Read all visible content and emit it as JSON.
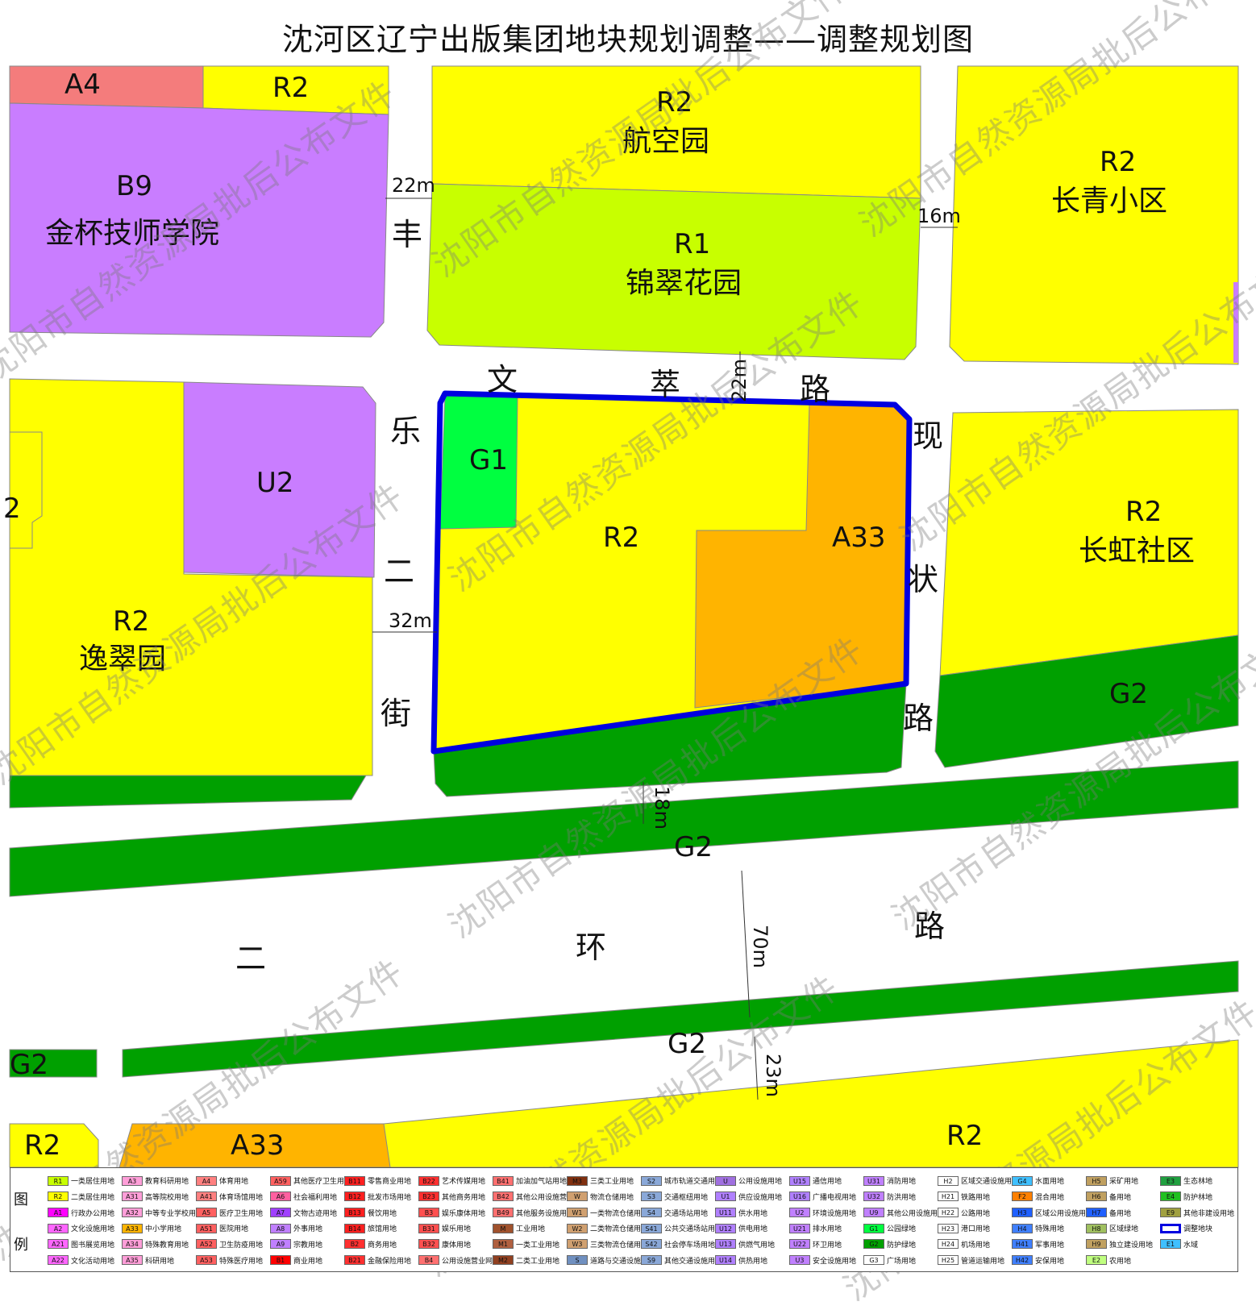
{
  "title": "沈河区辽宁出版集团地块规划调整——调整规划图",
  "parcels": {
    "a4": "A4",
    "r2_top_left": "R2",
    "b9_code": "B9",
    "b9_name": "金杯技师学院",
    "r2_hangkong_code": "R2",
    "r2_hangkong_name": "航空园",
    "r1_code": "R1",
    "r1_name": "锦翠花园",
    "r2_changqing_code": "R2",
    "r2_changqing_name": "长青小区",
    "u2": "U2",
    "r2_yicui_code": "R2",
    "r2_yicui_name": "逸翠园",
    "r2_left_edge": "2",
    "g1": "G1",
    "r2_site": "R2",
    "a33_site": "A33",
    "r2_changhong_code": "R2",
    "r2_changhong_name": "长虹社区",
    "g2_right": "G2",
    "g2_belt_1": "G2",
    "g2_belt_2": "G2",
    "g2_left": "G2",
    "r2_bottom_left": "R2",
    "a33_bottom": "A33",
    "r2_bottom_right": "R2"
  },
  "roads": {
    "lefeng_1": "丰",
    "lefeng_2": "乐",
    "lefeng_3": "二",
    "lefeng_4": "街",
    "wencui_1": "文",
    "wencui_2": "萃",
    "wencui_3": "路",
    "xianzhuang_1": "现",
    "xianzhuang_2": "状",
    "xianzhuang_3": "路",
    "erhuan_1": "二",
    "erhuan_2": "环",
    "erhuan_3": "路"
  },
  "dimensions": {
    "d1": "22m",
    "d2": "16m",
    "d3": "22m",
    "d4": "32m",
    "d5": "18m",
    "d6": "70m",
    "d7": "23m"
  },
  "watermark": "沈阳市自然资源局批后公布文件",
  "legend": {
    "title": "图例",
    "items": [
      {
        "code": "R1",
        "label": "一类居住用地",
        "color": "#c8ff00"
      },
      {
        "code": "R2",
        "label": "二类居住用地",
        "color": "#ffff00"
      },
      {
        "code": "A1",
        "label": "行政办公用地",
        "color": "#ff00ff"
      },
      {
        "code": "A2",
        "label": "文化设施用地",
        "color": "#ff66ff"
      },
      {
        "code": "A21",
        "label": "图书展览用地",
        "color": "#ff66ff"
      },
      {
        "code": "A22",
        "label": "文化活动用地",
        "color": "#ff66ff"
      },
      {
        "code": "A3",
        "label": "教育科研用地",
        "color": "#ff9ed8"
      },
      {
        "code": "A31",
        "label": "高等院校用地",
        "color": "#ff9ed8"
      },
      {
        "code": "A32",
        "label": "中等专业学校用地",
        "color": "#ff9ed8"
      },
      {
        "code": "A33",
        "label": "中小学用地",
        "color": "#ffb400"
      },
      {
        "code": "A34",
        "label": "特殊教育用地",
        "color": "#ff9ed8"
      },
      {
        "code": "A35",
        "label": "科研用地",
        "color": "#ff9ed8"
      },
      {
        "code": "A4",
        "label": "体育用地",
        "color": "#ff8080"
      },
      {
        "code": "A41",
        "label": "体育场馆用地",
        "color": "#ff8080"
      },
      {
        "code": "A5",
        "label": "医疗卫生用地",
        "color": "#ff6060"
      },
      {
        "code": "A51",
        "label": "医院用地",
        "color": "#ff6060"
      },
      {
        "code": "A52",
        "label": "卫生防疫用地",
        "color": "#ff6060"
      },
      {
        "code": "A53",
        "label": "特殊医疗用地",
        "color": "#ff6060"
      },
      {
        "code": "A59",
        "label": "其他医疗卫生用地",
        "color": "#ff6060"
      },
      {
        "code": "A6",
        "label": "社会福利用地",
        "color": "#ff60a0"
      },
      {
        "code": "A7",
        "label": "文物古迹用地",
        "color": "#a040ff"
      },
      {
        "code": "A8",
        "label": "外事用地",
        "color": "#c080ff"
      },
      {
        "code": "A9",
        "label": "宗教用地",
        "color": "#c080ff"
      },
      {
        "code": "B1",
        "label": "商业用地",
        "color": "#ff0000"
      },
      {
        "code": "B11",
        "label": "零售商业用地",
        "color": "#ff2020"
      },
      {
        "code": "B12",
        "label": "批发市场用地",
        "color": "#ff2020"
      },
      {
        "code": "B13",
        "label": "餐饮用地",
        "color": "#ff2020"
      },
      {
        "code": "B14",
        "label": "旅馆用地",
        "color": "#ff2020"
      },
      {
        "code": "B2",
        "label": "商务用地",
        "color": "#ff3030"
      },
      {
        "code": "B21",
        "label": "金融保险用地",
        "color": "#ff3030"
      },
      {
        "code": "B22",
        "label": "艺术传媒用地",
        "color": "#ff3030"
      },
      {
        "code": "B23",
        "label": "其他商务用地",
        "color": "#ff3030"
      },
      {
        "code": "B3",
        "label": "娱乐康体用地",
        "color": "#ff5050"
      },
      {
        "code": "B31",
        "label": "娱乐用地",
        "color": "#ff5050"
      },
      {
        "code": "B32",
        "label": "康体用地",
        "color": "#ff5050"
      },
      {
        "code": "B4",
        "label": "公用设施营业网点用地",
        "color": "#ff7070"
      },
      {
        "code": "B41",
        "label": "加油加气站用地",
        "color": "#ff7070"
      },
      {
        "code": "B42",
        "label": "其他公用设施营业网点用地",
        "color": "#ff7070"
      },
      {
        "code": "B49",
        "label": "其他服务设施用地",
        "color": "#ff7070"
      },
      {
        "code": "M",
        "label": "工业用地",
        "color": "#a0522d"
      },
      {
        "code": "M1",
        "label": "一类工业用地",
        "color": "#b06040"
      },
      {
        "code": "M2",
        "label": "二类工业用地",
        "color": "#904020"
      },
      {
        "code": "M3",
        "label": "三类工业用地",
        "color": "#803010"
      },
      {
        "code": "W",
        "label": "物流仓储用地",
        "color": "#d0a070"
      },
      {
        "code": "W1",
        "label": "一类物流仓储用地",
        "color": "#d0a070"
      },
      {
        "code": "W2",
        "label": "二类物流仓储用地",
        "color": "#d0a070"
      },
      {
        "code": "W3",
        "label": "三类物流仓储用地",
        "color": "#d0a070"
      },
      {
        "code": "S",
        "label": "道路与交通设施用地",
        "color": "#7090c0"
      },
      {
        "code": "S2",
        "label": "城市轨道交通用地",
        "color": "#8aa8d8"
      },
      {
        "code": "S3",
        "label": "交通枢纽用地",
        "color": "#8aa8d8"
      },
      {
        "code": "S4",
        "label": "交通场站用地",
        "color": "#8aa8d8"
      },
      {
        "code": "S41",
        "label": "公共交通场站用地",
        "color": "#8aa8d8"
      },
      {
        "code": "S42",
        "label": "社会停车场用地",
        "color": "#8aa8d8"
      },
      {
        "code": "S9",
        "label": "其他交通设施用地",
        "color": "#8aa8d8"
      },
      {
        "code": "U",
        "label": "公用设施用地",
        "color": "#a070e0"
      },
      {
        "code": "U1",
        "label": "供应设施用地",
        "color": "#b080ff"
      },
      {
        "code": "U11",
        "label": "供水用地",
        "color": "#b080ff"
      },
      {
        "code": "U12",
        "label": "供电用地",
        "color": "#b080ff"
      },
      {
        "code": "U13",
        "label": "供燃气用地",
        "color": "#b080ff"
      },
      {
        "code": "U14",
        "label": "供热用地",
        "color": "#b080ff"
      },
      {
        "code": "U15",
        "label": "通信用地",
        "color": "#b080ff"
      },
      {
        "code": "U16",
        "label": "广播电视用地",
        "color": "#b080ff"
      },
      {
        "code": "U2",
        "label": "环境设施用地",
        "color": "#c080ff"
      },
      {
        "code": "U21",
        "label": "排水用地",
        "color": "#c080ff"
      },
      {
        "code": "U22",
        "label": "环卫用地",
        "color": "#c080ff"
      },
      {
        "code": "U3",
        "label": "安全设施用地",
        "color": "#c080ff"
      },
      {
        "code": "U31",
        "label": "消防用地",
        "color": "#c080ff"
      },
      {
        "code": "U32",
        "label": "防洪用地",
        "color": "#c080ff"
      },
      {
        "code": "U9",
        "label": "其他公用设施用地",
        "color": "#c080ff"
      },
      {
        "code": "G1",
        "label": "公园绿地",
        "color": "#00ff40"
      },
      {
        "code": "G2",
        "label": "防护绿地",
        "color": "#00a000"
      },
      {
        "code": "G3",
        "label": "广场用地",
        "color": "#ffffff"
      },
      {
        "code": "H2",
        "label": "区域交通设施用地",
        "color": "#ffffff"
      },
      {
        "code": "H21",
        "label": "铁路用地",
        "color": "#ffffff"
      },
      {
        "code": "H22",
        "label": "公路用地",
        "color": "#ffffff"
      },
      {
        "code": "H23",
        "label": "港口用地",
        "color": "#ffffff"
      },
      {
        "code": "H24",
        "label": "机场用地",
        "color": "#ffffff"
      },
      {
        "code": "H25",
        "label": "管道运输用地",
        "color": "#ffffff"
      },
      {
        "code": "G4",
        "label": "水面用地",
        "color": "#40c0ff"
      },
      {
        "code": "F2",
        "label": "混合用地",
        "color": "#ff8000"
      },
      {
        "code": "H3",
        "label": "区域公用设施用地",
        "color": "#2060ff"
      },
      {
        "code": "H4",
        "label": "特殊用地",
        "color": "#4080ff"
      },
      {
        "code": "H41",
        "label": "军事用地",
        "color": "#4080ff"
      },
      {
        "code": "H42",
        "label": "安保用地",
        "color": "#4080ff"
      },
      {
        "code": "H5",
        "label": "采矿用地",
        "color": "#c0a060"
      },
      {
        "code": "H6",
        "label": "备用地",
        "color": "#c0a060"
      },
      {
        "code": "H7",
        "label": "备用地",
        "color": "#2060ff"
      },
      {
        "code": "H8",
        "label": "区域绿地",
        "color": "#a0c060"
      },
      {
        "code": "H9",
        "label": "独立建设用地",
        "color": "#c0a060"
      },
      {
        "code": "E2",
        "label": "农用地",
        "color": "#c0ff80"
      },
      {
        "code": "E3",
        "label": "生态林地",
        "color": "#20a040"
      },
      {
        "code": "E4",
        "label": "防护林地",
        "color": "#20c020"
      },
      {
        "code": "E9",
        "label": "其他非建设用地",
        "color": "#a0a040"
      },
      {
        "code": "",
        "label": "调整地块",
        "color": "#ffffff"
      },
      {
        "code": "E1",
        "label": "水域",
        "color": "#40c0ff"
      }
    ]
  }
}
